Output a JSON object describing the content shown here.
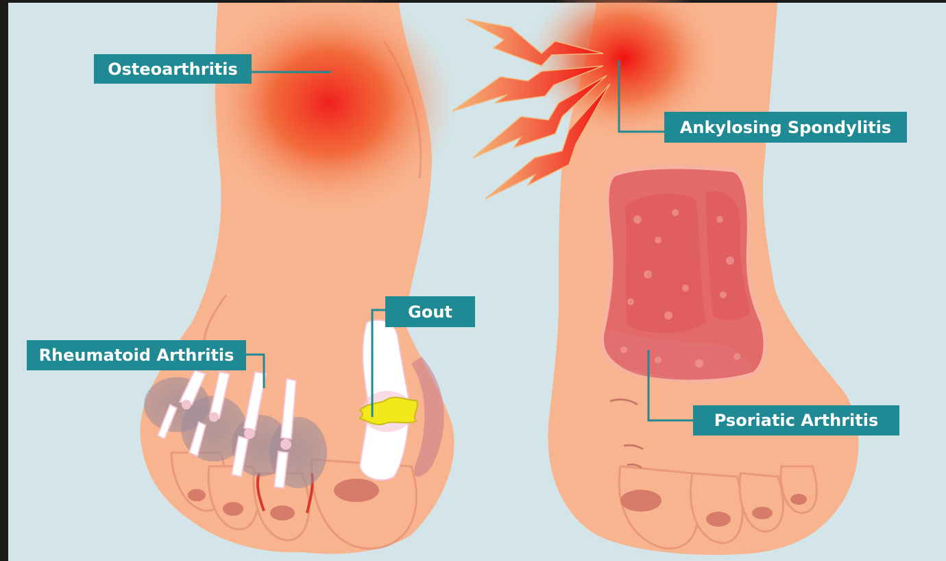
{
  "labels": {
    "osteoarthritis": "Osteoarthritis",
    "ankylosing_spondylitis": "Ankylosing Spondylitis",
    "gout": "Gout",
    "rheumatoid_arthritis": "Rheumatoid Arthritis",
    "psoriatic_arthritis": "Psoriatic Arthritis"
  },
  "colors": {
    "background": "#d3e5e8",
    "frame": "#1a1a1a",
    "skin": "#f8b48e",
    "skin_shadow": "#e9987a",
    "label_bg": "#1f8a94",
    "label_text": "#ffffff",
    "leader_line": "#1f8a94",
    "inflammation": "#ee2a1a",
    "bone": "#ffffff",
    "uric_crystal": "#f2e81a",
    "rash": "#e46a6a"
  }
}
